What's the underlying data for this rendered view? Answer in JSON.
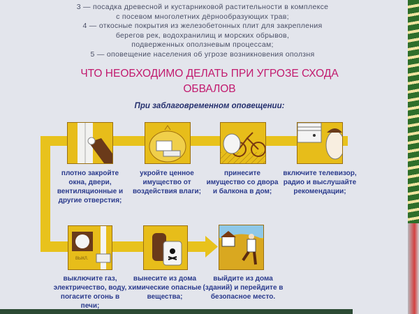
{
  "intro_lines": [
    "3 — посадка древесной и кустарниковой растительности в комплексе",
    "с посевом многолетних дёрнообразующих трав;",
    "4 — откосные покрытия из железобетонных плит для закрепления",
    "берегов рек, водохранилищ и морских обрывов,",
    "подверженных оползневым процессам;",
    "5 — оповещение населения об угрозе возникновения оползня"
  ],
  "title_line1": "ЧТО НЕОБХОДИМО ДЕЛАТЬ ПРИ УГРОЗЕ СХОДА",
  "title_line2": "ОБВАЛОВ",
  "subtitle": "При заблаговременном оповещении:",
  "steps": [
    {
      "icon": "close-window-icon",
      "caption": "плотно закройте окна, двери, вентиляционные и другие отверстия;"
    },
    {
      "icon": "wrapped-belongings-icon",
      "caption": "укройте ценное имущество от воздействия влаги;"
    },
    {
      "icon": "bicycle-bag-icon",
      "caption": "принесите имущество со двора и балкона в дом;"
    },
    {
      "icon": "radio-listener-icon",
      "caption": "включите телевизор, радио и выслушайте рекомендации;"
    },
    {
      "icon": "gas-meter-icon",
      "caption": "выключите газ, электричество, воду, погасите огонь в печи;",
      "label": "ВЫКЛ."
    },
    {
      "icon": "chemical-hazard-icon",
      "caption": "вынесите из дома химические опасные вещества;"
    },
    {
      "icon": "running-person-icon",
      "caption": "выйдите из дома (зданий) и перейдите в безопасное место."
    }
  ],
  "colors": {
    "title": "#c21a6e",
    "text": "#2a3a8c",
    "yellow": "#e8c21c"
  }
}
